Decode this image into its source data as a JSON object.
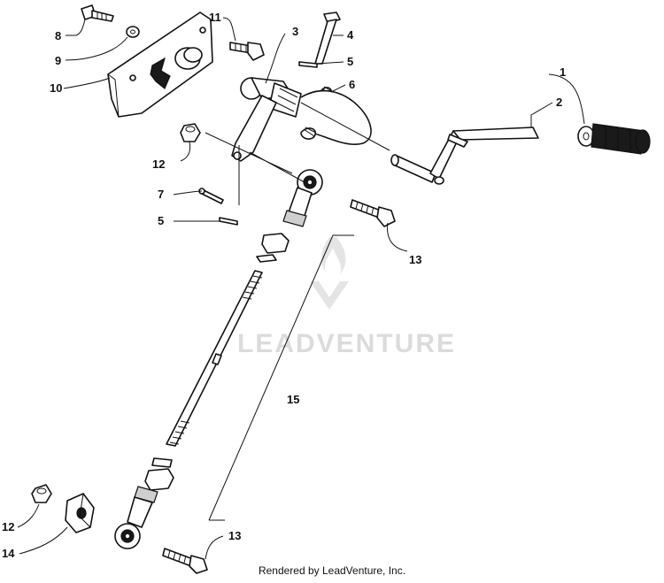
{
  "watermark": {
    "text": "LEADVENTURE"
  },
  "footer": {
    "text": "Rendered by LeadVenture, Inc."
  },
  "callouts": [
    {
      "id": "c1",
      "label": "1"
    },
    {
      "id": "c2",
      "label": "2"
    },
    {
      "id": "c3",
      "label": "3"
    },
    {
      "id": "c4",
      "label": "4"
    },
    {
      "id": "c5a",
      "label": "5"
    },
    {
      "id": "c5b",
      "label": "5"
    },
    {
      "id": "c6",
      "label": "6"
    },
    {
      "id": "c7",
      "label": "7"
    },
    {
      "id": "c8",
      "label": "8"
    },
    {
      "id": "c9",
      "label": "9"
    },
    {
      "id": "c10",
      "label": "10"
    },
    {
      "id": "c11",
      "label": "11"
    },
    {
      "id": "c12a",
      "label": "12"
    },
    {
      "id": "c12b",
      "label": "12"
    },
    {
      "id": "c13a",
      "label": "13"
    },
    {
      "id": "c13b",
      "label": "13"
    },
    {
      "id": "c14",
      "label": "14"
    },
    {
      "id": "c15",
      "label": "15"
    }
  ]
}
